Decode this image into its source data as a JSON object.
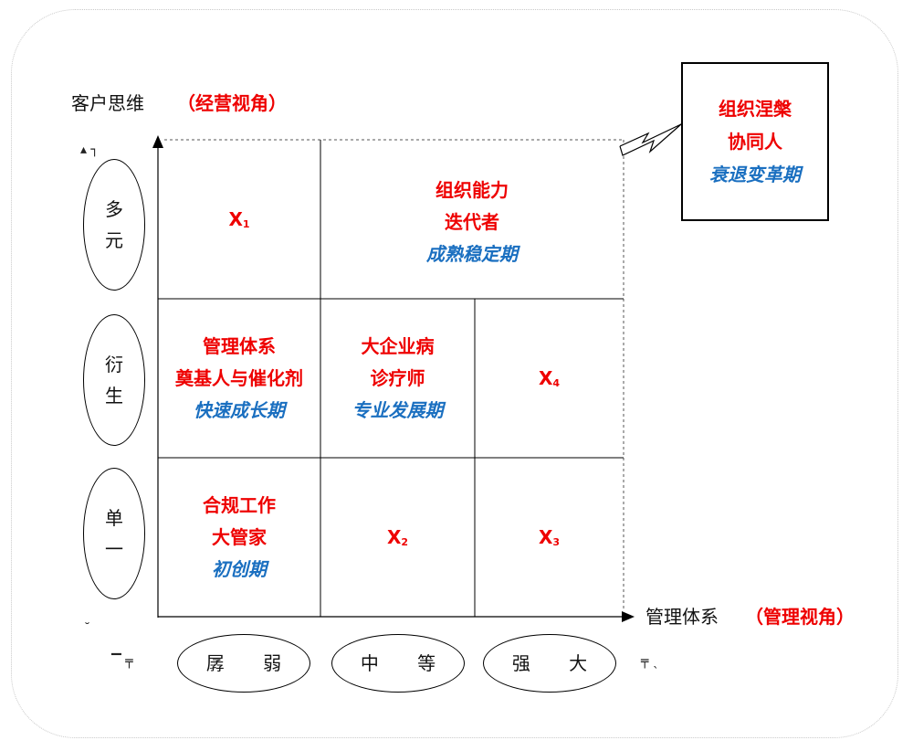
{
  "y_axis": {
    "title": "客户思维",
    "title_note": "（经营视角）",
    "levels": [
      {
        "chars": [
          "多",
          "元"
        ]
      },
      {
        "chars": [
          "衍",
          "生"
        ]
      },
      {
        "chars": [
          "单",
          "一"
        ]
      }
    ]
  },
  "x_axis": {
    "title": "管理体系",
    "title_note": "（管理视角）",
    "levels": [
      "孱 弱",
      "中 等",
      "强 大"
    ]
  },
  "quadrants": {
    "top_left": {
      "label": "X",
      "sub": "1"
    },
    "top_right": {
      "line1": "组织能力",
      "line2": "迭代者",
      "line3": "成熟稳定期"
    },
    "mid_left": {
      "line1": "管理体系",
      "line2": "奠基人与催化剂",
      "line3": "快速成长期"
    },
    "mid_center": {
      "line1": "大企业病",
      "line2": "诊疗师",
      "line3": "专业发展期"
    },
    "mid_right": {
      "label": "X",
      "sub": "4"
    },
    "bottom_left": {
      "line1": "合规工作",
      "line2": "大管家",
      "line3": "初创期"
    },
    "bottom_center": {
      "label": "X",
      "sub": "2"
    },
    "bottom_right": {
      "label": "X",
      "sub": "3"
    }
  },
  "callout": {
    "line1": "组织涅槃",
    "line2": "协同人",
    "line3": "衰退变革期"
  },
  "colors": {
    "role_text": "#ee0000",
    "stage_text": "#1a6fc0",
    "lines": "#000000"
  }
}
